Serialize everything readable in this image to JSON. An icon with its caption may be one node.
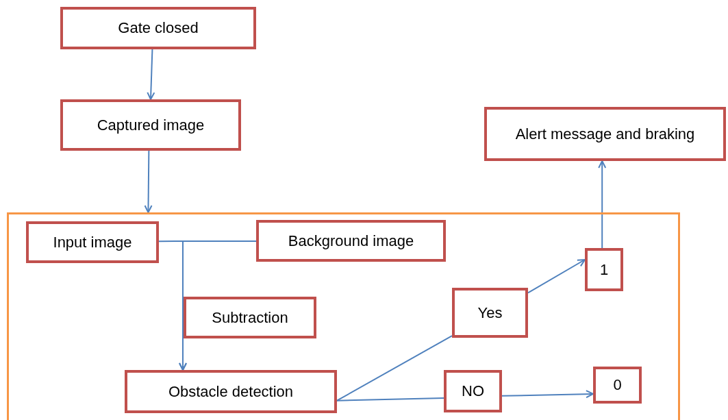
{
  "diagram": {
    "nodes": [
      {
        "text": [
          "Gate closed"
        ]
      },
      {
        "text": [
          "Captured image"
        ]
      },
      {
        "text": [
          "Alert message and braking"
        ]
      },
      {
        "text": [],
        "shape": "box"
      },
      {
        "text": [
          "Input image"
        ],
        "in": 3
      },
      {
        "text": [
          "Background image"
        ],
        "in": 3
      },
      {
        "text": [
          "Subtraction"
        ],
        "in": 3
      },
      {
        "text": [
          "Obstacle detection"
        ],
        "in": 3
      },
      {
        "text": [
          "Yes"
        ],
        "in": 3
      },
      {
        "text": [
          "1"
        ],
        "in": 3
      },
      {
        "text": [
          "NO"
        ],
        "in": 3
      },
      {
        "text": [
          "0"
        ],
        "in": 3
      }
    ],
    "edges": [
      {
        "from": 0,
        "to": 1,
        "arrow": "to"
      },
      {
        "from": 1,
        "to": 3,
        "arrow": "to"
      },
      {
        "from": 4,
        "to": 7,
        "arrow": "to"
      },
      {
        "from": 5,
        "to": 7,
        "arrow": "to"
      },
      {
        "from": 7,
        "to": 8,
        "arrow": "none"
      },
      {
        "from": 8,
        "to": 9,
        "arrow": "to"
      },
      {
        "from": 7,
        "to": 10,
        "arrow": "none"
      },
      {
        "from": 10,
        "to": 11,
        "arrow": "to"
      },
      {
        "from": 9,
        "to": 2,
        "arrow": "to"
      }
    ]
  }
}
